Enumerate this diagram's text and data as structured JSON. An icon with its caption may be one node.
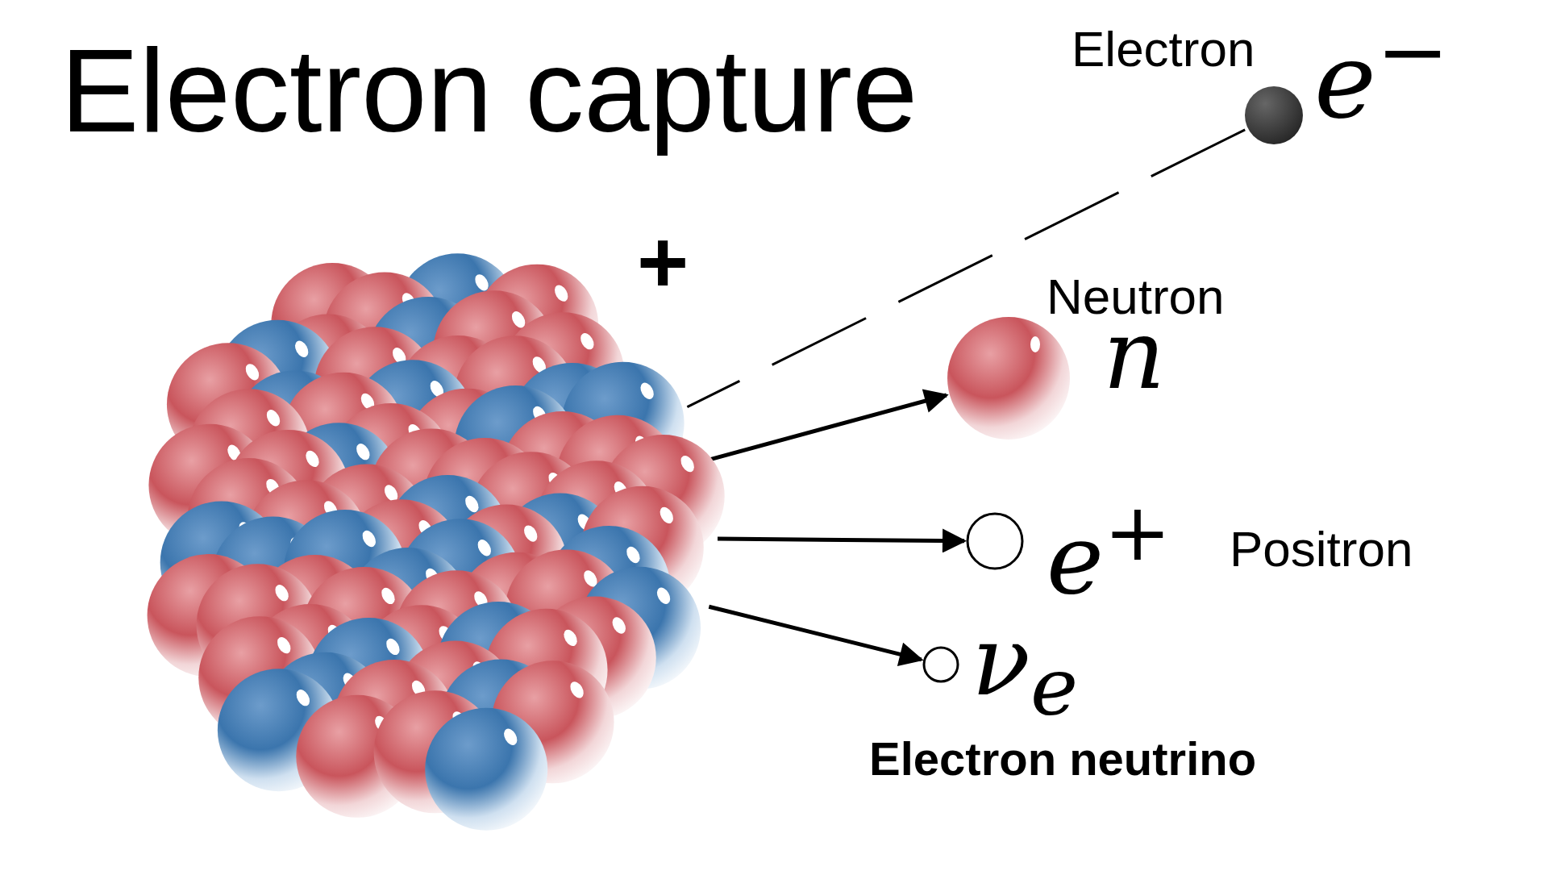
{
  "diagram": {
    "title": "Electron capture",
    "nodes": [
      {
        "text": [],
        "shape": "picture"
      },
      {
        "text": [],
        "shape": "circle",
        "beside": [
          "Electron",
          "e$^{−}$"
        ]
      },
      {
        "text": [],
        "shape": "circle",
        "beside": [
          "Neutron",
          "n"
        ]
      },
      {
        "text": [],
        "shape": "circle",
        "beside": [
          "e$^{+}$",
          "Positron"
        ]
      },
      {
        "text": [],
        "shape": "circle",
        "beside": [
          "ν$_{e}$",
          "Electron neutrino"
        ]
      }
    ],
    "edges": [
      {
        "from": 1,
        "to": 0,
        "arrow": "none",
        "style": "dashed"
      },
      {
        "from": 0,
        "to": 2,
        "arrow": "to"
      },
      {
        "from": 0,
        "to": 3,
        "arrow": "to"
      },
      {
        "from": 0,
        "to": 4,
        "arrow": "to"
      }
    ],
    "labels": [
      "+"
    ]
  }
}
